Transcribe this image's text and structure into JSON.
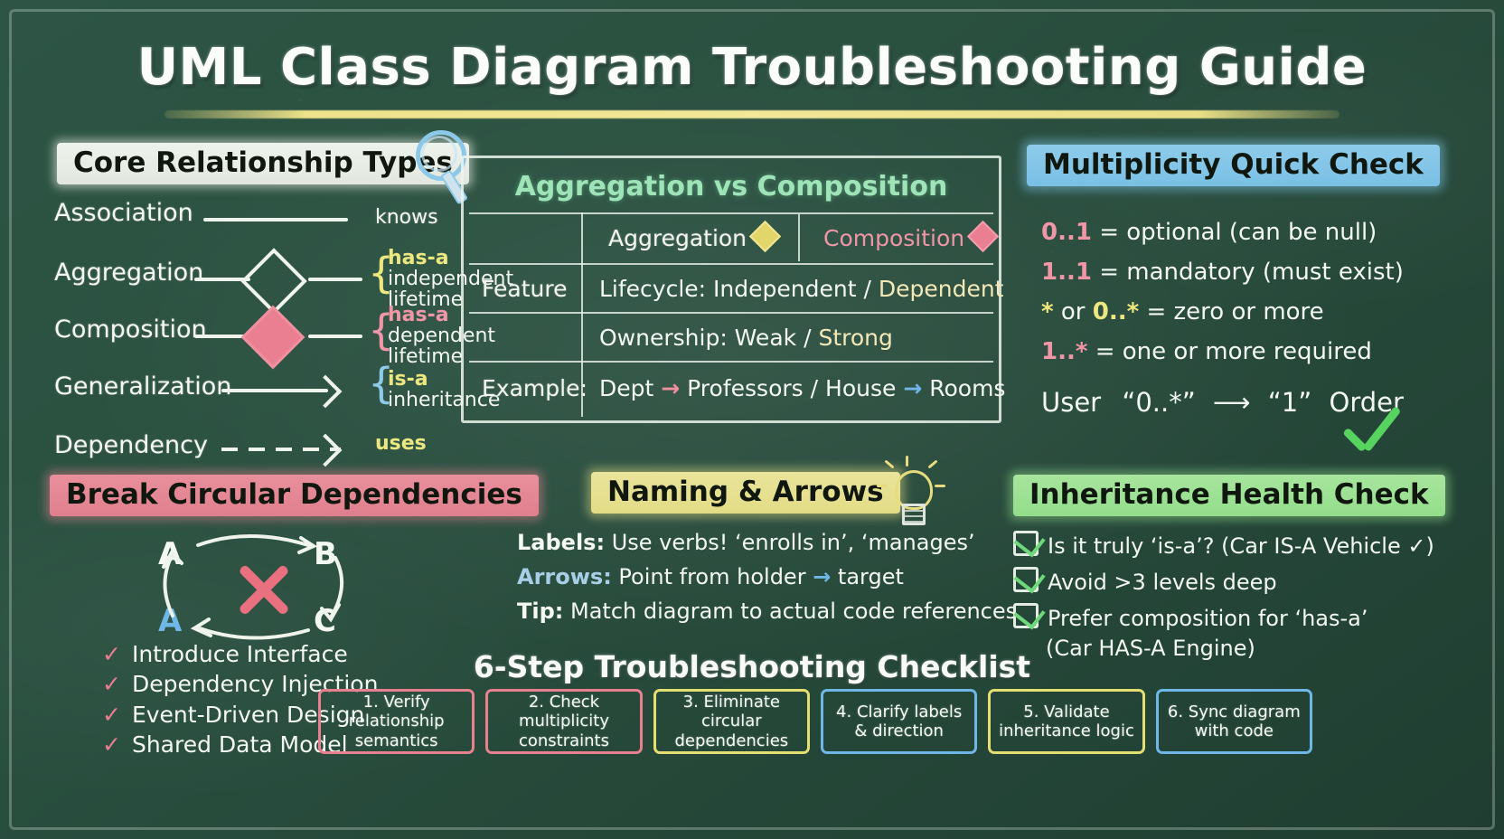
{
  "title": "UML Class Diagram Troubleshooting Guide",
  "core": {
    "heading": "Core Relationship Types",
    "rows": [
      {
        "name": "Association",
        "glyph": "solid-line",
        "note1": "knows",
        "note2": "",
        "note3": "",
        "note_color": "#f4f8f2"
      },
      {
        "name": "Aggregation",
        "glyph": "open-diamond-line",
        "note1": "has-a",
        "note2": "independent",
        "note3": "lifetime",
        "note_color": "#ece77f"
      },
      {
        "name": "Composition",
        "glyph": "filled-diamond-line",
        "note1": "has-a",
        "note2": "dependent",
        "note3": "lifetime",
        "note_color": "#f096a6"
      },
      {
        "name": "Generalization",
        "glyph": "hollow-arrow",
        "note1": "is-a",
        "note2": "inheritance",
        "note3": "",
        "note_color": "#ece77f"
      },
      {
        "name": "Dependency",
        "glyph": "dashed-arrow",
        "note1": "uses",
        "note2": "",
        "note3": "",
        "note_color": "#ece77f"
      }
    ]
  },
  "table": {
    "title": "Aggregation vs Composition",
    "col_head_blank": "",
    "col_head_aggregation": "Aggregation",
    "col_head_composition": "Composition",
    "rows": [
      {
        "label": "Feature",
        "a": "Lifecycle: Independent",
        "sep": "/",
        "b": "Dependent"
      },
      {
        "label": "",
        "a": "Ownership: Weak",
        "sep": "/",
        "b": "Strong"
      },
      {
        "label": "Example:",
        "a_left": "Dept",
        "a_right": "Professors",
        "sep": "/",
        "b_left": "House",
        "b_right": "Rooms"
      }
    ]
  },
  "multiplicity": {
    "heading": "Multiplicity Quick Check",
    "rows": [
      {
        "key": "0..1",
        "rest": " = optional (can be null)",
        "key_color": "#f096a6"
      },
      {
        "key": "1..1",
        "rest": " = mandatory (must exist)",
        "key_color": "#f096a6"
      },
      {
        "key": "*",
        "mid": " or ",
        "key2": "0..*",
        "rest": " = zero or more",
        "key_color": "#ece77f"
      },
      {
        "key": "1..*",
        "rest": " = one or more required",
        "key_color": "#f096a6"
      }
    ],
    "example": {
      "left": "User",
      "q1": "“0..*”",
      "arrow": "⟶",
      "q2": "“1”",
      "right": "Order"
    }
  },
  "circular": {
    "heading": "Break Circular Dependencies",
    "nodes": {
      "a_top": "A",
      "b": "B",
      "a_bottom": "A",
      "c": "C"
    },
    "items": [
      "Introduce Interface",
      "Dependency Injection",
      "Event-Driven Design",
      "Shared Data Model"
    ]
  },
  "naming": {
    "heading": "Naming & Arrows",
    "lines": [
      {
        "label": "Labels:",
        "text": " Use verbs! ‘enrolls in’, ‘manages’",
        "label_color": "#f4f8f2"
      },
      {
        "label": "Arrows:",
        "text_before": " Point from holder ",
        "arrow": "→",
        "text_after": " target",
        "label_color": "#a8cfe6"
      },
      {
        "label": "Tip:",
        "text": " Match diagram to actual code references",
        "label_color": "#f4f8f2"
      }
    ]
  },
  "inheritance": {
    "heading": "Inheritance Health Check",
    "items": [
      {
        "text": "Is it truly ‘is-a’? (Car IS-A Vehicle ✓)"
      },
      {
        "text": "Avoid >3 levels deep"
      },
      {
        "text": "Prefer composition for ‘has-a’"
      },
      {
        "text": "(Car HAS-A Engine)",
        "indent": true,
        "no_box": true
      }
    ]
  },
  "steps": {
    "title": "6-Step Troubleshooting Checklist",
    "boxes": [
      {
        "label": "1. Verify relationship\nsemantics",
        "color": "#e8808f"
      },
      {
        "label": "2. Check multiplicity\nconstraints",
        "color": "#e8808f"
      },
      {
        "label": "3. Eliminate circular\ndependencies",
        "color": "#e5de70"
      },
      {
        "label": "4. Clarify labels\n& direction",
        "color": "#6fb7e6"
      },
      {
        "label": "5. Validate\ninheritance logic",
        "color": "#e5de70"
      },
      {
        "label": "6. Sync diagram\nwith code",
        "color": "#6fb7e6"
      }
    ]
  },
  "icons": {
    "magnifier": "magnifier-icon",
    "bulb": "lightbulb-icon",
    "big_check": "green-check-icon"
  }
}
